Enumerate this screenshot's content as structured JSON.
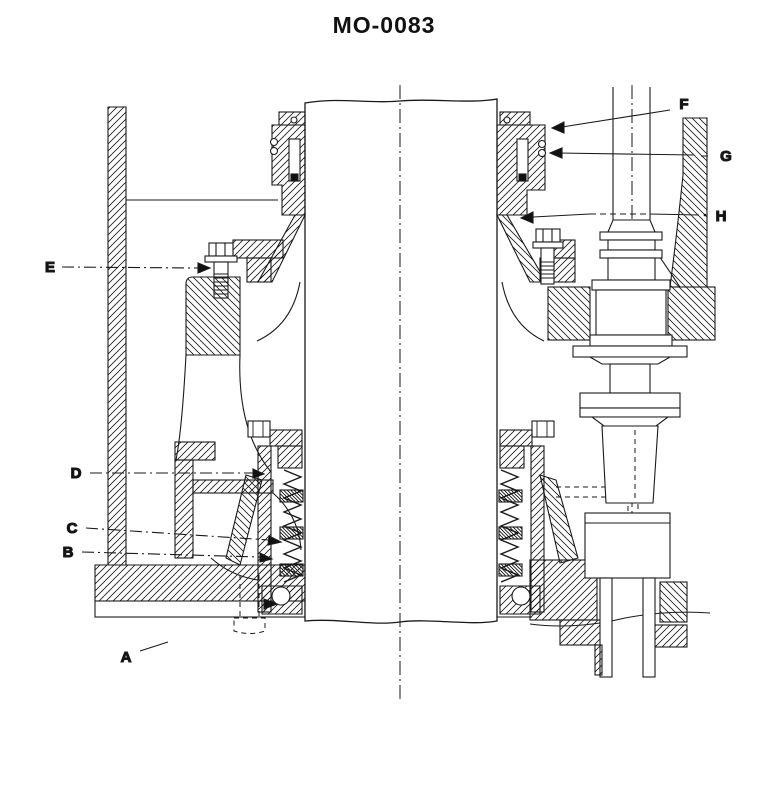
{
  "title": "MO-0083",
  "drawing": {
    "description": "Cross-section of vertical shaft mechanical seal assembly",
    "colors": {
      "line": "#1a1a1a",
      "background": "#ffffff"
    }
  },
  "callouts": {
    "a": {
      "label": "A"
    },
    "b": {
      "label": "B"
    },
    "c": {
      "label": "C"
    },
    "d": {
      "label": "D"
    },
    "e": {
      "label": "E"
    },
    "f": {
      "label": "F"
    },
    "g": {
      "label": "G"
    },
    "h": {
      "label": "H"
    }
  }
}
